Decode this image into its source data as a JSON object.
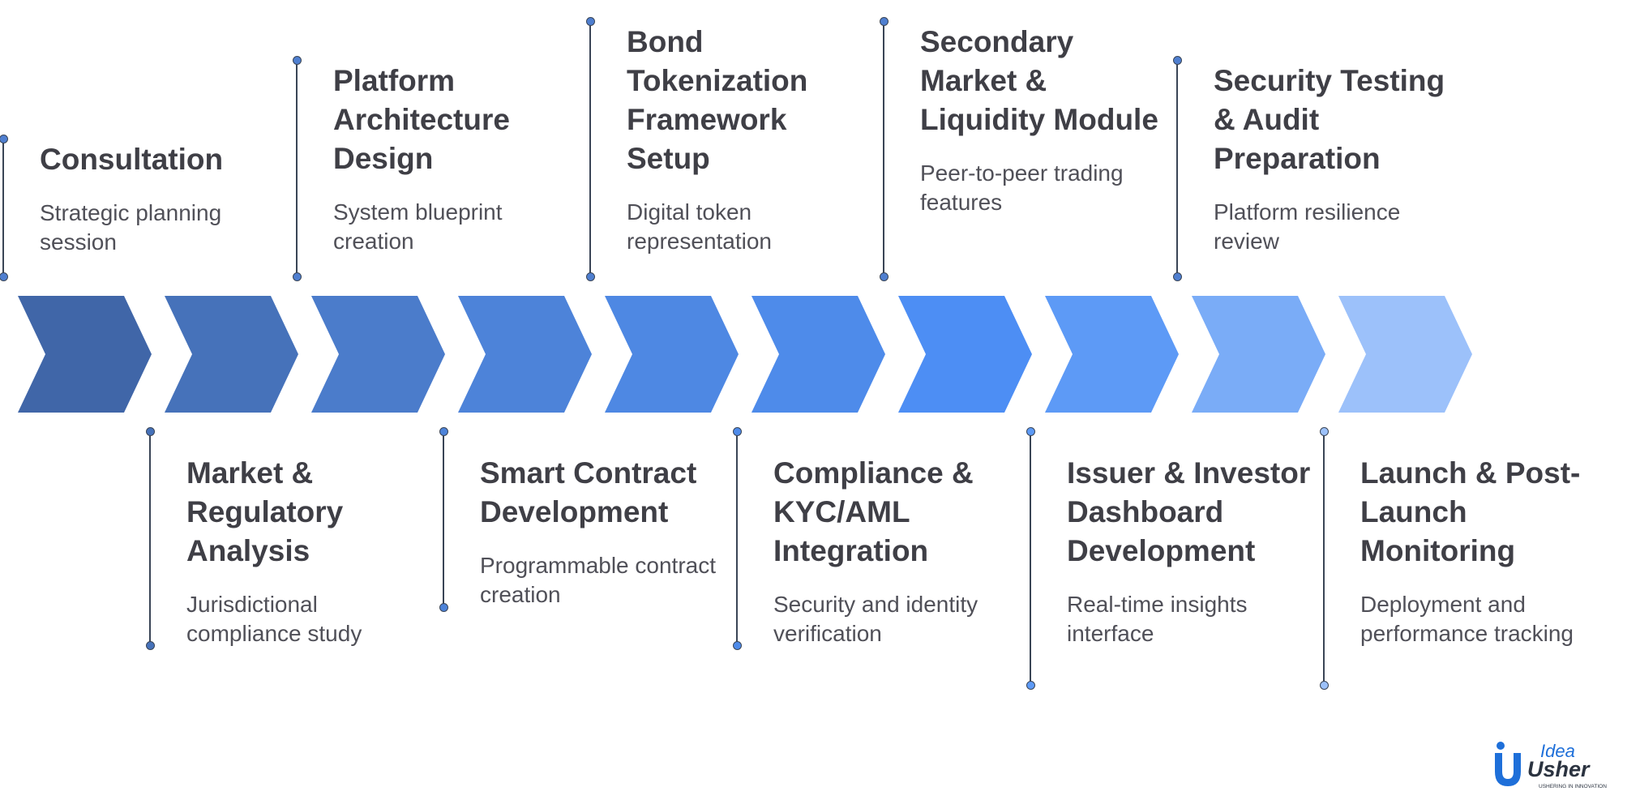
{
  "steps": [
    {
      "title": "Consultation",
      "description": "Strategic planning session",
      "color": "#4066a8"
    },
    {
      "title": "Market & Regulatory Analysis",
      "description": "Jurisdictional compliance study",
      "color": "#4672ba"
    },
    {
      "title": "Platform Architecture Design",
      "description": "System blueprint creation",
      "color": "#4b7ccb"
    },
    {
      "title": "Smart Contract Development",
      "description": "Programmable contract creation",
      "color": "#4d83d9"
    },
    {
      "title": "Bond Tokenization Framework Setup",
      "description": "Digital token representation",
      "color": "#4e88e3"
    },
    {
      "title": "Compliance & KYC/AML Integration",
      "description": "Security and identity verification",
      "color": "#4e8bea"
    },
    {
      "title": "Secondary Market & Liquidity Module",
      "description": "Peer-to-peer trading features",
      "color": "#4d8ef4"
    },
    {
      "title": "Issuer & Investor Dashboard Development",
      "description": "Real-time insights interface",
      "color": "#5d9af6"
    },
    {
      "title": "Security Testing & Audit Preparation",
      "description": "Platform resilience review",
      "color": "#7aacf7"
    },
    {
      "title": "Launch & Post-Launch Monitoring",
      "description": "Deployment and performance tracking",
      "color": "#9cc1fa"
    }
  ],
  "logo": {
    "line1": "Idea",
    "line2": "Usher",
    "tagline": "USHERING IN INNOVATION",
    "icon": "idea-usher-u-icon",
    "color_primary": "#1e6fd9",
    "color_dark": "#2b3340"
  }
}
